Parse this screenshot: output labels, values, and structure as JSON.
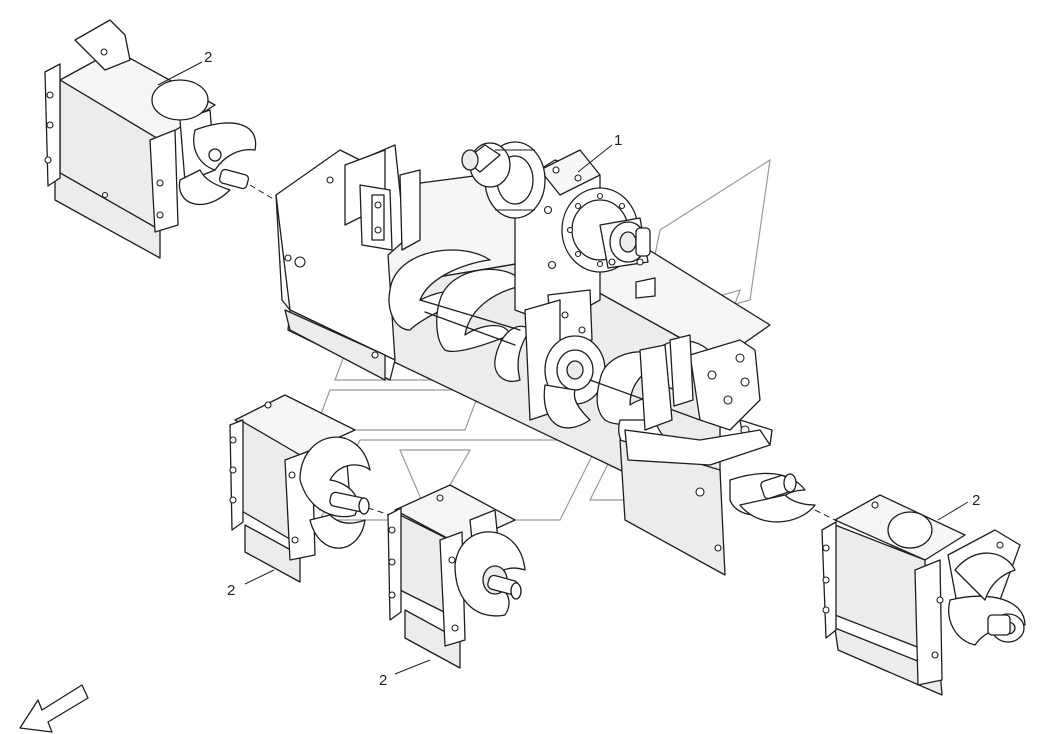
{
  "callouts": {
    "main_assembly": "1",
    "section_top_left": "2",
    "section_mid_left": "2",
    "section_mid_center": "2",
    "section_right": "2"
  }
}
